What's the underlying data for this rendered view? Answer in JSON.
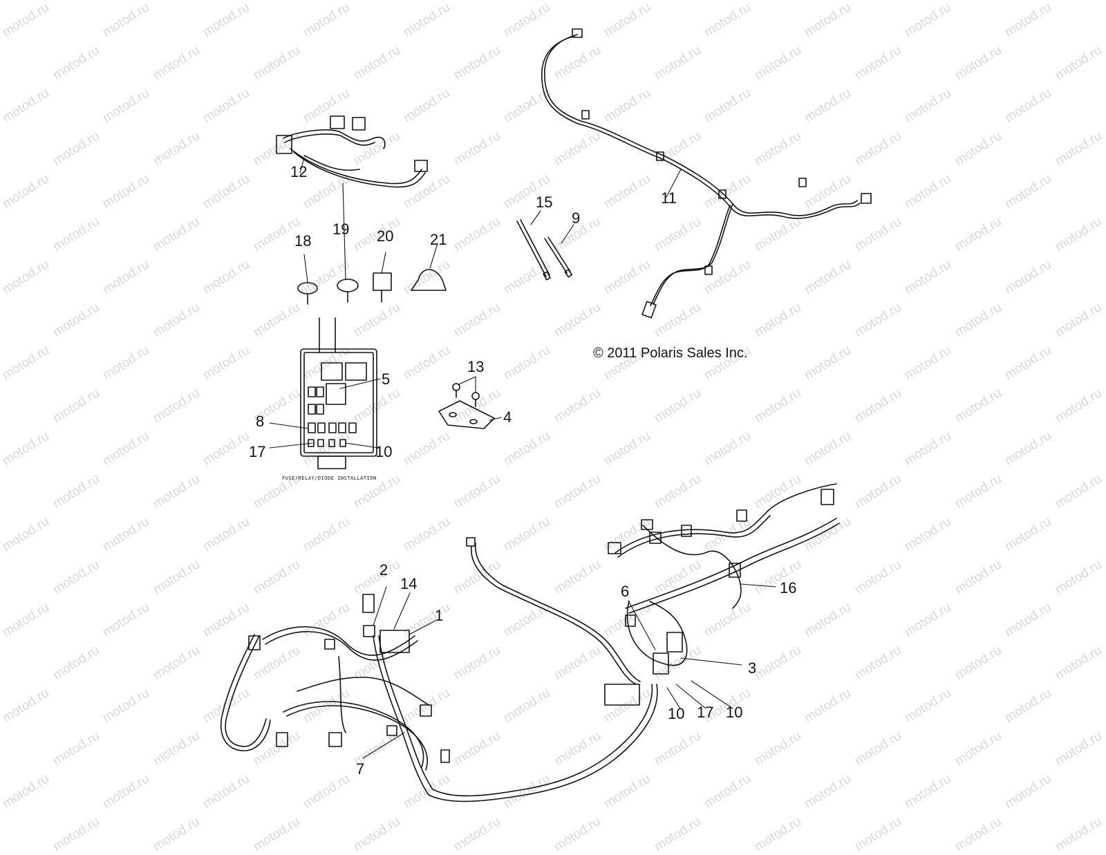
{
  "watermark": "motod.ru",
  "copyright": "© 2011 Polaris Sales Inc.",
  "fuse_box_caption": "FUSE/RELAY/DIODE INSTALLATION",
  "callouts": {
    "c1": "1",
    "c2": "2",
    "c3": "3",
    "c4": "4",
    "c5": "5",
    "c6": "6",
    "c7": "7",
    "c8": "8",
    "c9": "9",
    "c10a": "10",
    "c10b": "10",
    "c10c": "10",
    "c11": "11",
    "c12": "12",
    "c13": "13",
    "c14": "14",
    "c15": "15",
    "c16": "16",
    "c17a": "17",
    "c17b": "17",
    "c18": "18",
    "c19": "19",
    "c20": "20",
    "c21": "21"
  },
  "colors": {
    "line": "#111111",
    "watermark": "#d9d9d9",
    "background": "#ffffff"
  }
}
